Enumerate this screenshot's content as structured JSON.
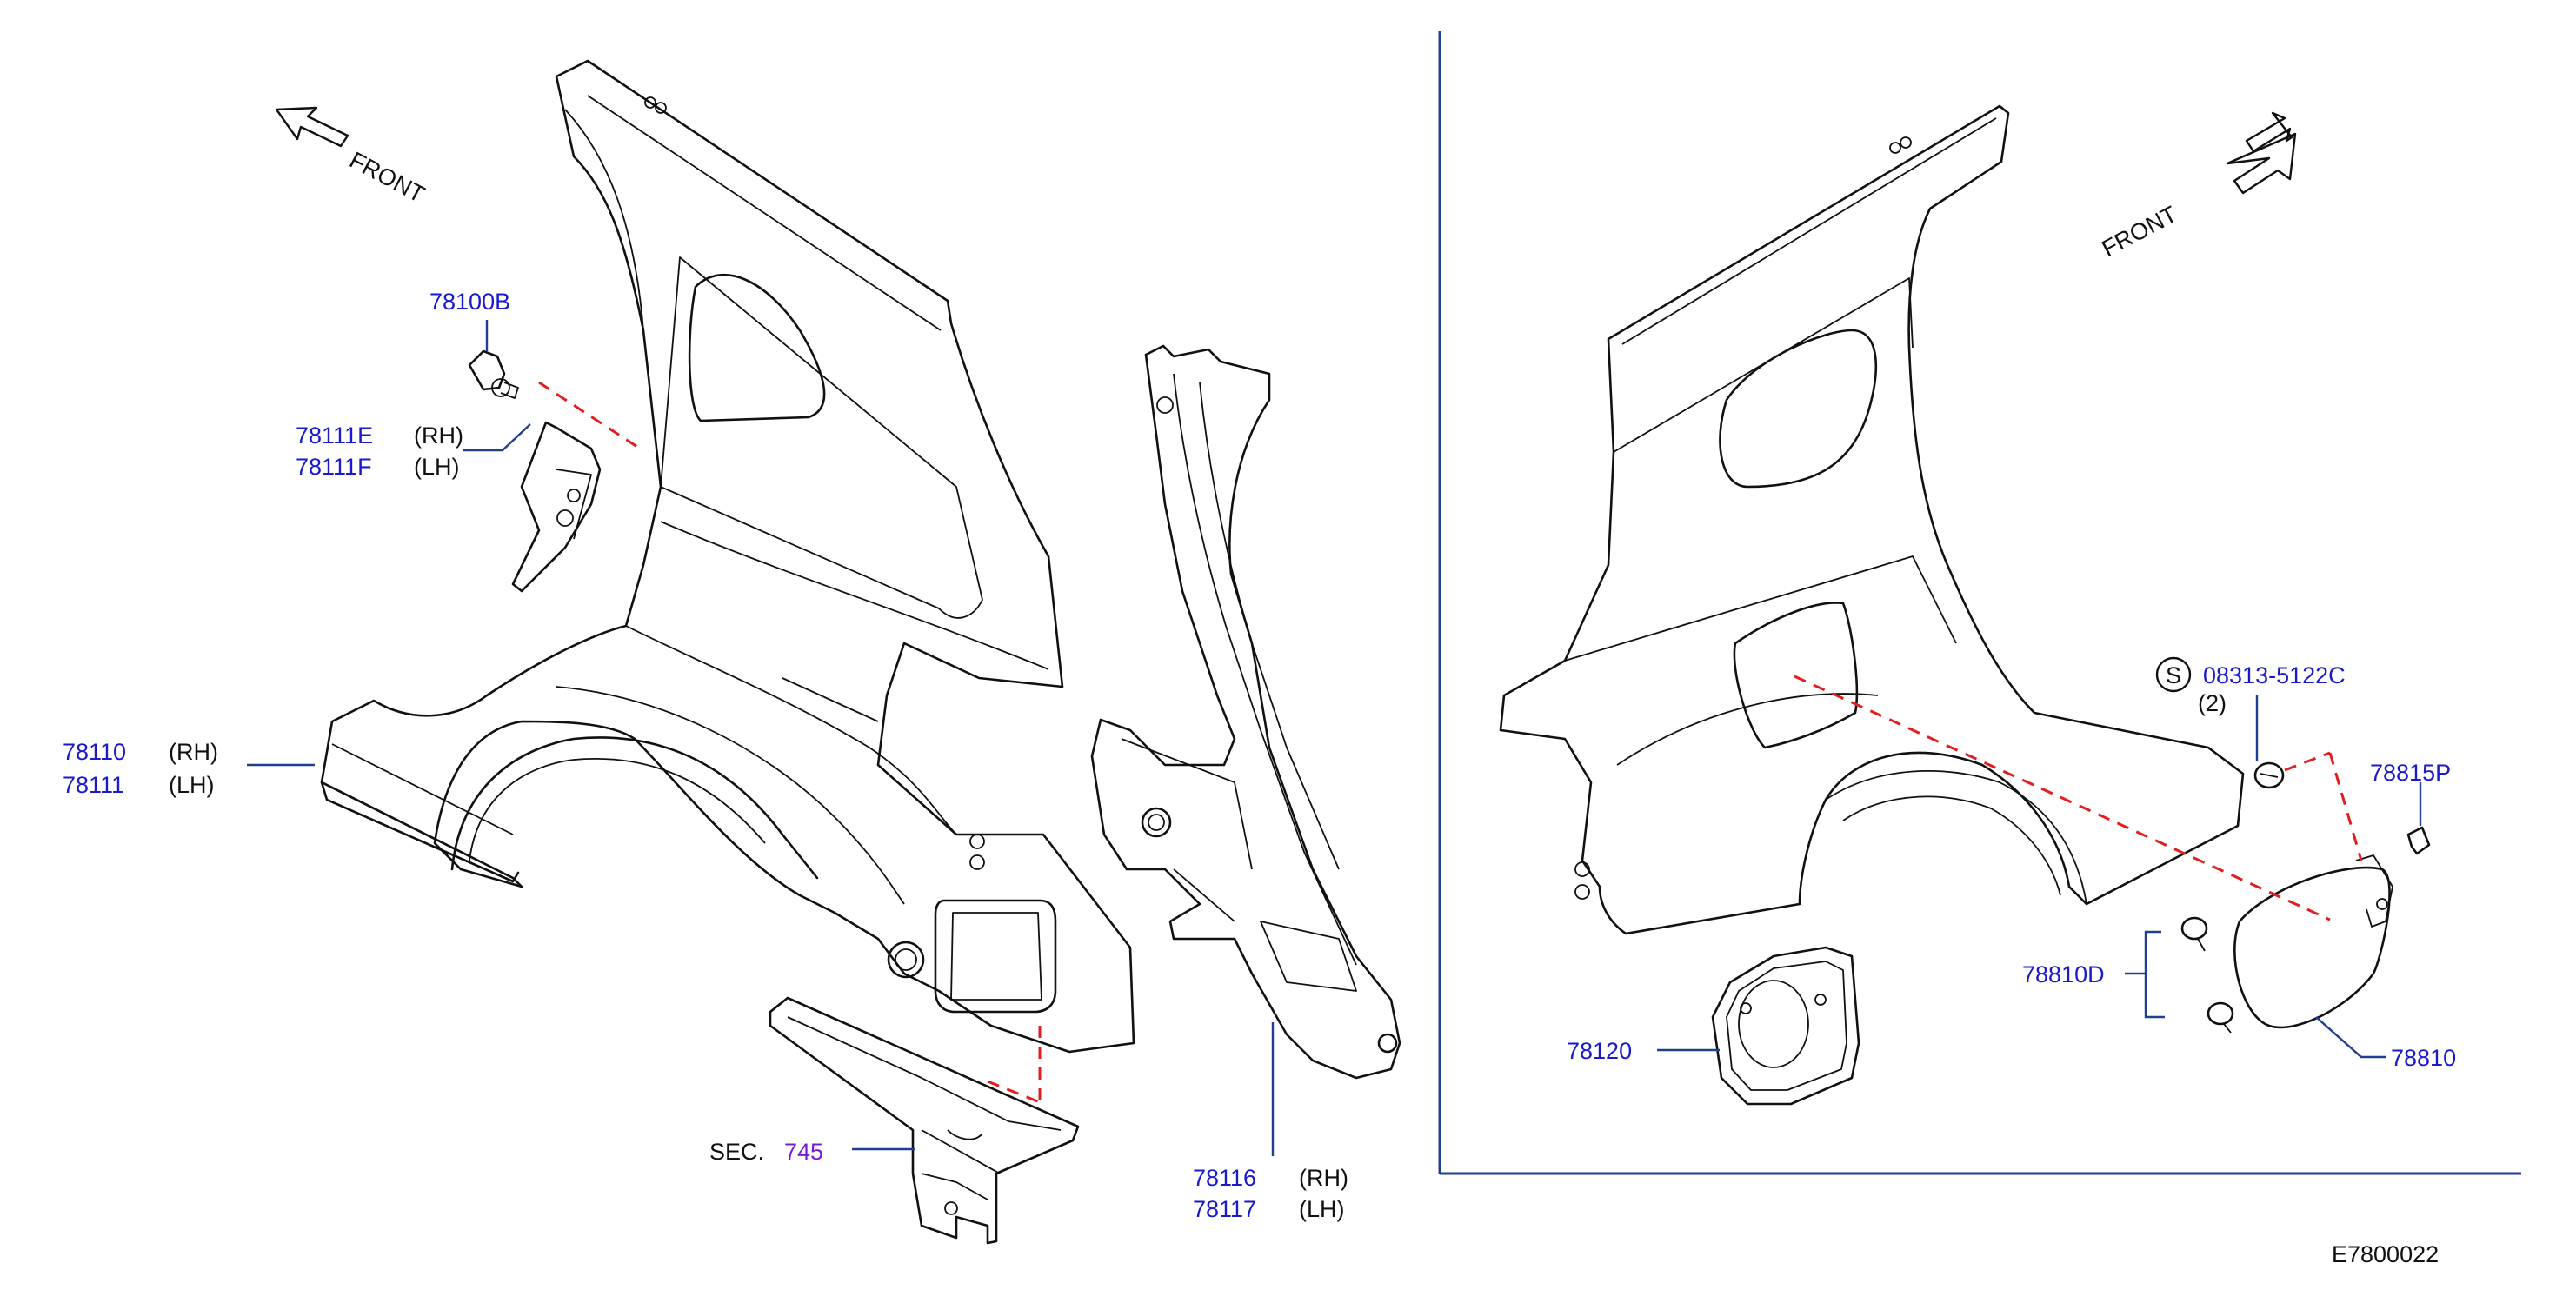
{
  "labels": {
    "front_left": "FRONT",
    "front_right": "FRONT",
    "p78100B": "78100B",
    "p78111E": "78111E",
    "p78111E_side": "(RH)",
    "p78111F": "78111F",
    "p78111F_side": "(LH)",
    "p78110": "78110",
    "p78110_side": "(RH)",
    "p78111": "78111",
    "p78111_side": "(LH)",
    "sec_prefix": "SEC.",
    "sec_number": "745",
    "p78116": "78116",
    "p78116_side": "(RH)",
    "p78117": "78117",
    "p78117_side": "(LH)",
    "screw_symbol": "S",
    "p08313": "08313-5122C",
    "p08313_qty": "(2)",
    "p78815P": "78815P",
    "p78810D": "78810D",
    "p78120": "78120",
    "p78810": "78810",
    "diagram_code": "E7800022"
  },
  "colors": {
    "part_number": "#1a1acd",
    "section_ref": "#7a1ad6",
    "leader": "#1f3f8f",
    "hidden_line": "#e02020",
    "linework": "#111111"
  }
}
